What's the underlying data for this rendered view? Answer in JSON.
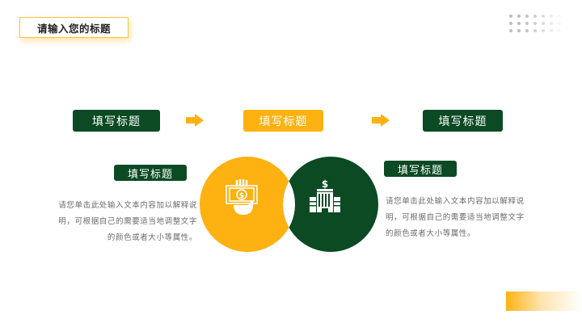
{
  "header": {
    "title": "请输入您的标题"
  },
  "colors": {
    "green": "#0c4a24",
    "yellow": "#fdb211",
    "text_gray": "#6b6b6b"
  },
  "steps": [
    {
      "label": "填写标题",
      "color": "green"
    },
    {
      "label": "填写标题",
      "color": "yellow"
    },
    {
      "label": "填写标题",
      "color": "green"
    }
  ],
  "arrows": [
    {
      "icon": "arrow-right-icon"
    },
    {
      "icon": "arrow-right-icon"
    }
  ],
  "left_block": {
    "label": "填写标题",
    "description_lines": [
      "请您单击此处输入文本内容加以解释说",
      "明，可根据自己的需要适当地调整文字",
      "的颜色或者大小等属性。"
    ]
  },
  "right_block": {
    "label": "填写标题",
    "description_lines": [
      "请您单击此处输入文本内容加以解释说",
      "明，可根据自己的需要适当地调整文字",
      "的颜色或者大小等属性。"
    ]
  },
  "venn": {
    "left_circle": {
      "color": "yellow",
      "icon": "hand-money-icon"
    },
    "right_circle": {
      "color": "green",
      "icon": "bank-building-icon"
    }
  }
}
